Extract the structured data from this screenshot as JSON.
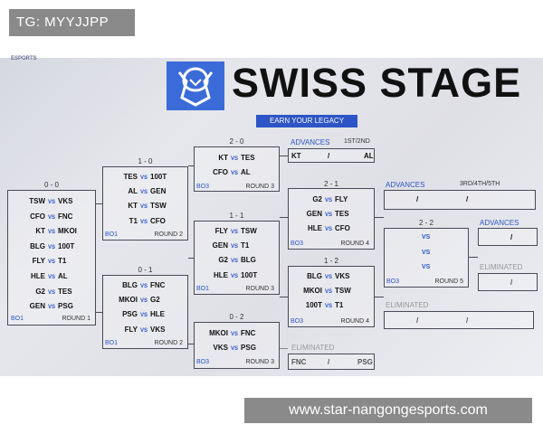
{
  "tg_label": "TG: MYYJJPP",
  "esports_label": "ESPORTS",
  "title": "SWISS STAGE",
  "tagline": "EARN YOUR LEGACY",
  "vs": "VS",
  "bo1": "BO1",
  "bo3": "BO3",
  "round1": "ROUND 1",
  "round2": "ROUND 2",
  "round3": "ROUND 3",
  "round4": "ROUND 4",
  "round5": "ROUND 5",
  "advances": "ADVANCES",
  "eliminated": "ELIMINATED",
  "first_second": "1ST/2ND",
  "third_fifth": "3RD/4TH/5TH",
  "r00": {
    "title": "0 - 0",
    "matches": [
      [
        "TSW",
        "VKS"
      ],
      [
        "CFO",
        "FNC"
      ],
      [
        "KT",
        "MKOI"
      ],
      [
        "BLG",
        "100T"
      ],
      [
        "FLY",
        "T1"
      ],
      [
        "HLE",
        "AL"
      ],
      [
        "G2",
        "TES"
      ],
      [
        "GEN",
        "PSG"
      ]
    ]
  },
  "r10": {
    "title": "1 - 0",
    "matches": [
      [
        "TES",
        "100T"
      ],
      [
        "AL",
        "GEN"
      ],
      [
        "KT",
        "TSW"
      ],
      [
        "T1",
        "CFO"
      ]
    ]
  },
  "r01": {
    "title": "0 - 1",
    "matches": [
      [
        "BLG",
        "FNC"
      ],
      [
        "MKOI",
        "G2"
      ],
      [
        "PSG",
        "HLE"
      ],
      [
        "FLY",
        "VKS"
      ]
    ]
  },
  "r20": {
    "title": "2 - 0",
    "matches": [
      [
        "KT",
        "TES"
      ],
      [
        "CFO",
        "AL"
      ]
    ]
  },
  "r11": {
    "title": "1 - 1",
    "matches": [
      [
        "FLY",
        "TSW"
      ],
      [
        "GEN",
        "T1"
      ],
      [
        "G2",
        "BLG"
      ],
      [
        "HLE",
        "100T"
      ]
    ]
  },
  "r02": {
    "title": "0 - 2",
    "matches": [
      [
        "MKOI",
        "FNC"
      ],
      [
        "VKS",
        "PSG"
      ]
    ]
  },
  "r21": {
    "title": "2 - 1",
    "matches": [
      [
        "G2",
        "FLY"
      ],
      [
        "GEN",
        "TES"
      ],
      [
        "HLE",
        "CFO"
      ]
    ]
  },
  "r12": {
    "title": "1 - 2",
    "matches": [
      [
        "BLG",
        "VKS"
      ],
      [
        "MKOI",
        "TSW"
      ],
      [
        "100T",
        "T1"
      ]
    ]
  },
  "r22": {
    "title": "2 - 2"
  },
  "adv1": [
    "KT",
    "/",
    "AL"
  ],
  "adv2": [
    "/",
    "/"
  ],
  "adv3": [
    "/"
  ],
  "elim1": [
    "FNC",
    "/",
    "PSG"
  ],
  "elim2": [
    "/",
    "/"
  ],
  "elim3": [
    "/"
  ],
  "watermark": "www.star-nangongesports.com"
}
